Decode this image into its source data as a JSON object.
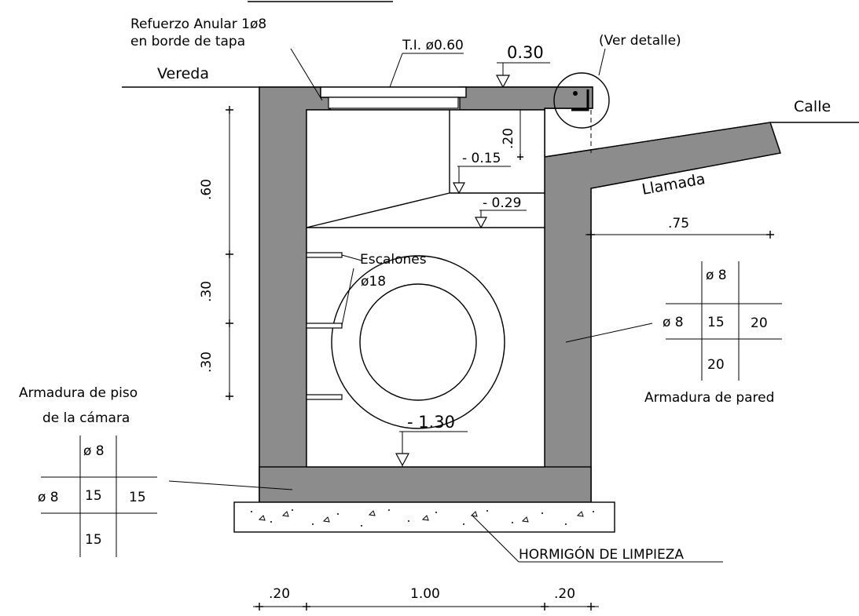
{
  "labels": {
    "refuerzo_1": "Refuerzo Anular 1ø8",
    "refuerzo_2": "en borde de tapa",
    "tapa": "T.I. ø0.60",
    "nivel_tapa": "0.30",
    "ver_detalle": "(Ver detalle)",
    "vereda": "Vereda",
    "calle": "Calle",
    "llamada": "Llamada",
    "escalones_1": "Escalones",
    "escalones_2": "ø18",
    "armadura_pared": "Armadura de pared",
    "armadura_piso_1": "Armadura de piso",
    "armadura_piso_2": "de la cámara",
    "hormigon": "HORMIGÓN DE LIMPIEZA"
  },
  "levels": {
    "l_020": ".20",
    "l_015": "- 0.15",
    "l_029": "- 0.29",
    "l_130": "- 1.30"
  },
  "dimensions": {
    "v_060": ".60",
    "v_030a": ".30",
    "v_030b": ".30",
    "h_075": ".75",
    "h_020a": ".20",
    "h_100": "1.00",
    "h_020b": ".20"
  },
  "grid_pared": {
    "top": "ø 8",
    "left": "ø 8",
    "c1": "15",
    "c2": "20",
    "bottom": "20"
  },
  "grid_piso": {
    "top": "ø 8",
    "left": "ø 8",
    "c1": "15",
    "c2": "15",
    "bottom": "15"
  }
}
